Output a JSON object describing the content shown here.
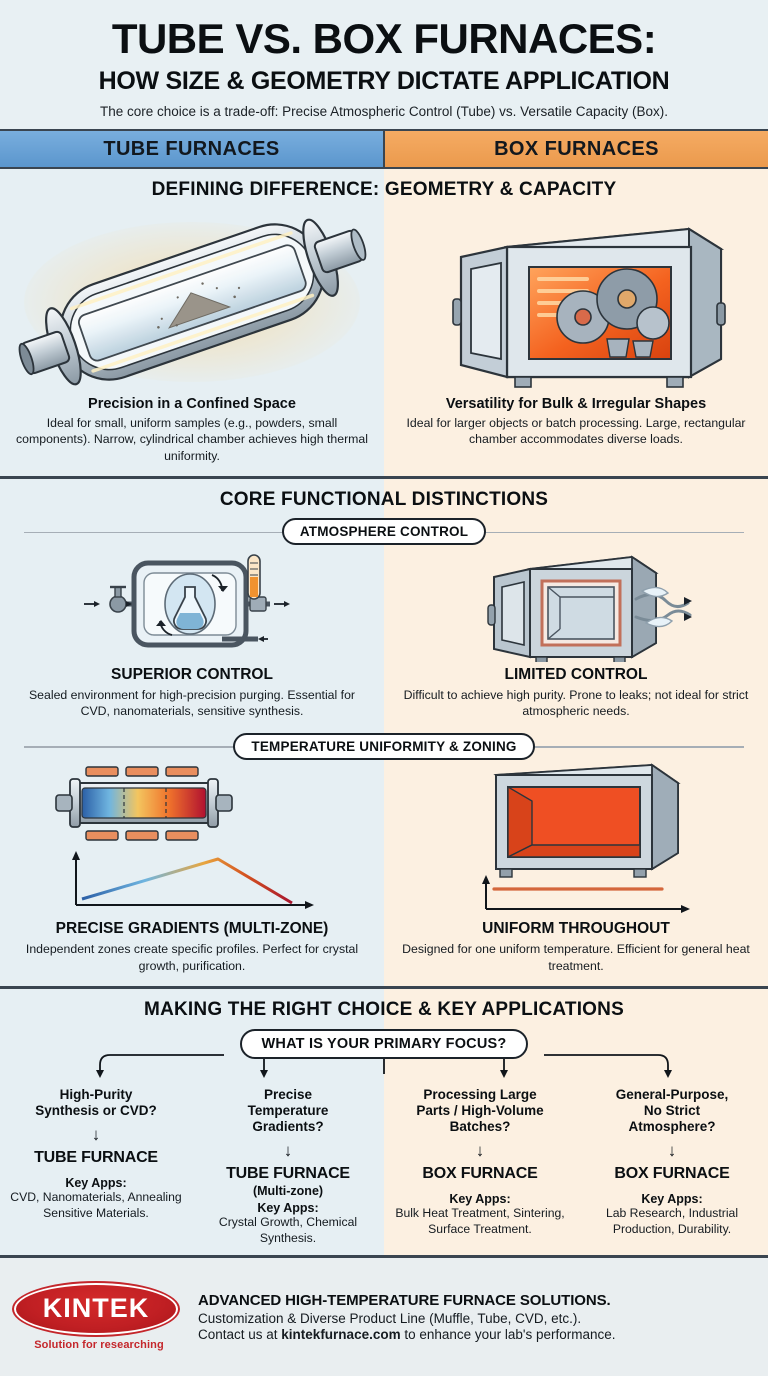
{
  "hero": {
    "title": "TUBE VS. BOX FURNACES:",
    "subtitle": "HOW SIZE & GEOMETRY DICTATE APPLICATION",
    "tagline": "The core choice is a trade-off: Precise Atmospheric Control (Tube) vs. Versatile Capacity (Box)."
  },
  "columns": {
    "tube_label": "TUBE FURNACES",
    "box_label": "BOX FURNACES",
    "tube_color": "#5b96cd",
    "box_color": "#eb9a4d",
    "tube_bg": "#e6eff3",
    "box_bg": "#fcf0e1"
  },
  "section_geometry": {
    "title": "DEFINING DIFFERENCE: GEOMETRY & CAPACITY",
    "tube": {
      "heading": "Precision in a Confined Space",
      "body": "Ideal for small, uniform samples (e.g., powders, small components). Narrow, cylindrical chamber achieves high thermal uniformity."
    },
    "box": {
      "heading": "Versatility for Bulk & Irregular Shapes",
      "body": "Ideal for larger objects or batch processing. Large, rectangular chamber accommodates diverse loads."
    }
  },
  "section_core": {
    "title": "CORE FUNCTIONAL DISTINCTIONS",
    "atmosphere": {
      "pill": "ATMOSPHERE CONTROL",
      "tube": {
        "heading": "SUPERIOR CONTROL",
        "body": "Sealed environment for high-precision purging. Essential for CVD, nanomaterials, sensitive synthesis."
      },
      "box": {
        "heading": "LIMITED CONTROL",
        "body": "Difficult to achieve high purity. Prone to leaks; not ideal for strict atmospheric needs."
      }
    },
    "temperature": {
      "pill": "TEMPERATURE UNIFORMITY & ZONING",
      "tube": {
        "heading": "PRECISE GRADIENTS (MULTI-ZONE)",
        "body": "Independent zones create specific profiles. Perfect for crystal growth, purification."
      },
      "box": {
        "heading": "UNIFORM THROUGHOUT",
        "body": "Designed for one uniform temperature. Efficient for general heat treatment."
      }
    }
  },
  "section_choice": {
    "title": "MAKING THE RIGHT CHOICE & KEY APPLICATIONS",
    "pill": "WHAT IS YOUR PRIMARY FOCUS?",
    "arrow_glyph": "↓",
    "branches": [
      {
        "question": "High-Purity\nSynthesis or CVD?",
        "answer": "TUBE FURNACE",
        "answer_sub": "",
        "key_apps_label": "Key Apps:",
        "key_apps": "CVD, Nanomaterials, Annealing Sensitive Materials."
      },
      {
        "question": "Precise\nTemperature\nGradients?",
        "answer": "TUBE FURNACE",
        "answer_sub": "(Multi-zone)",
        "key_apps_label": "Key Apps:",
        "key_apps": "Crystal Growth, Chemical Synthesis."
      },
      {
        "question": "Processing Large\nParts / High-Volume\nBatches?",
        "answer": "BOX FURNACE",
        "answer_sub": "",
        "key_apps_label": "Key Apps:",
        "key_apps": "Bulk Heat Treatment, Sintering, Surface Treatment."
      },
      {
        "question": "General-Purpose,\nNo Strict\nAtmosphere?",
        "answer": "BOX FURNACE",
        "answer_sub": "",
        "key_apps_label": "Key Apps:",
        "key_apps": "Lab Research, Industrial Production, Durability."
      }
    ]
  },
  "footer": {
    "brand": "KINTEK",
    "brand_tagline": "Solution for researching",
    "brand_color": "#c4262b",
    "line1": "ADVANCED HIGH-TEMPERATURE FURNACE SOLUTIONS.",
    "line2": "Customization & Diverse Product Line (Muffle, Tube, CVD, etc.).",
    "line3_pre": "Contact us at ",
    "line3_link": "kintekfurnace.com",
    "line3_post": " to enhance your lab's performance."
  }
}
